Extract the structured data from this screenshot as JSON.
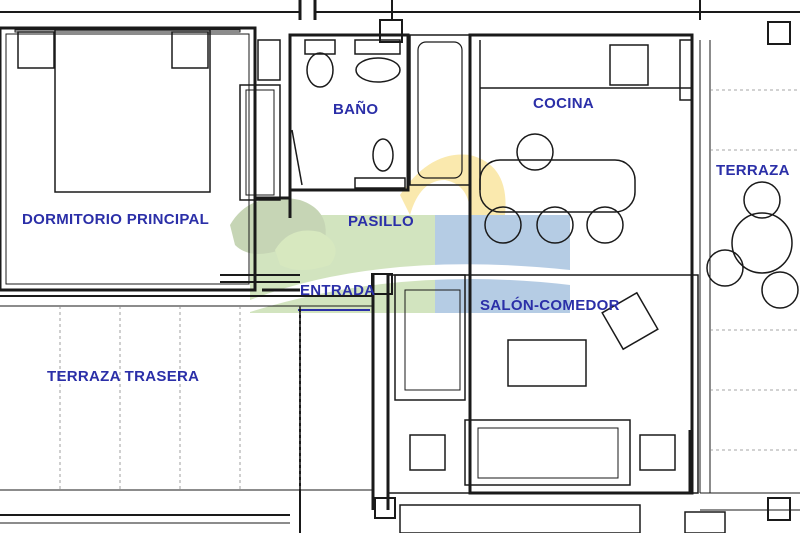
{
  "rooms": {
    "dormitorio": "DORMITORIO PRINCIPAL",
    "bano": "BAÑO",
    "cocina": "COCINA",
    "terraza": "TERRAZA",
    "pasillo": "PASILLO",
    "entrada": "ENTRADA",
    "salon": "SALÓN-COMEDOR",
    "terraza_trasera": "TERRAZA TRASERA"
  },
  "colors": {
    "wall": "#1a1a1a",
    "label": "#2b2fa8",
    "logo_green": "#7fb34a",
    "logo_blue": "#2f6fb5",
    "logo_yellow": "#f2c21b"
  },
  "icons": {
    "watermark": "watermark-logo"
  }
}
